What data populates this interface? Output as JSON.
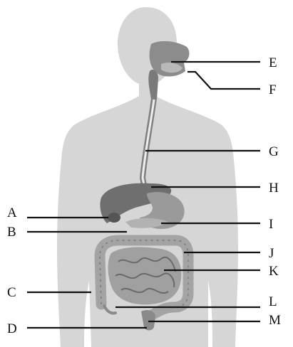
{
  "colors": {
    "background": "#ffffff",
    "silhouette": "#d6d6d6",
    "organ_dark": "#6f6f6f",
    "organ_mid": "#9a9a9a",
    "organ_light": "#c4c4c4",
    "leader_line": "#111111"
  },
  "labels": {
    "A": "A",
    "B": "B",
    "C": "C",
    "D": "D",
    "E": "E",
    "F": "F",
    "G": "G",
    "H": "H",
    "I": "I",
    "J": "J",
    "K": "K",
    "L": "L",
    "M": "M"
  }
}
